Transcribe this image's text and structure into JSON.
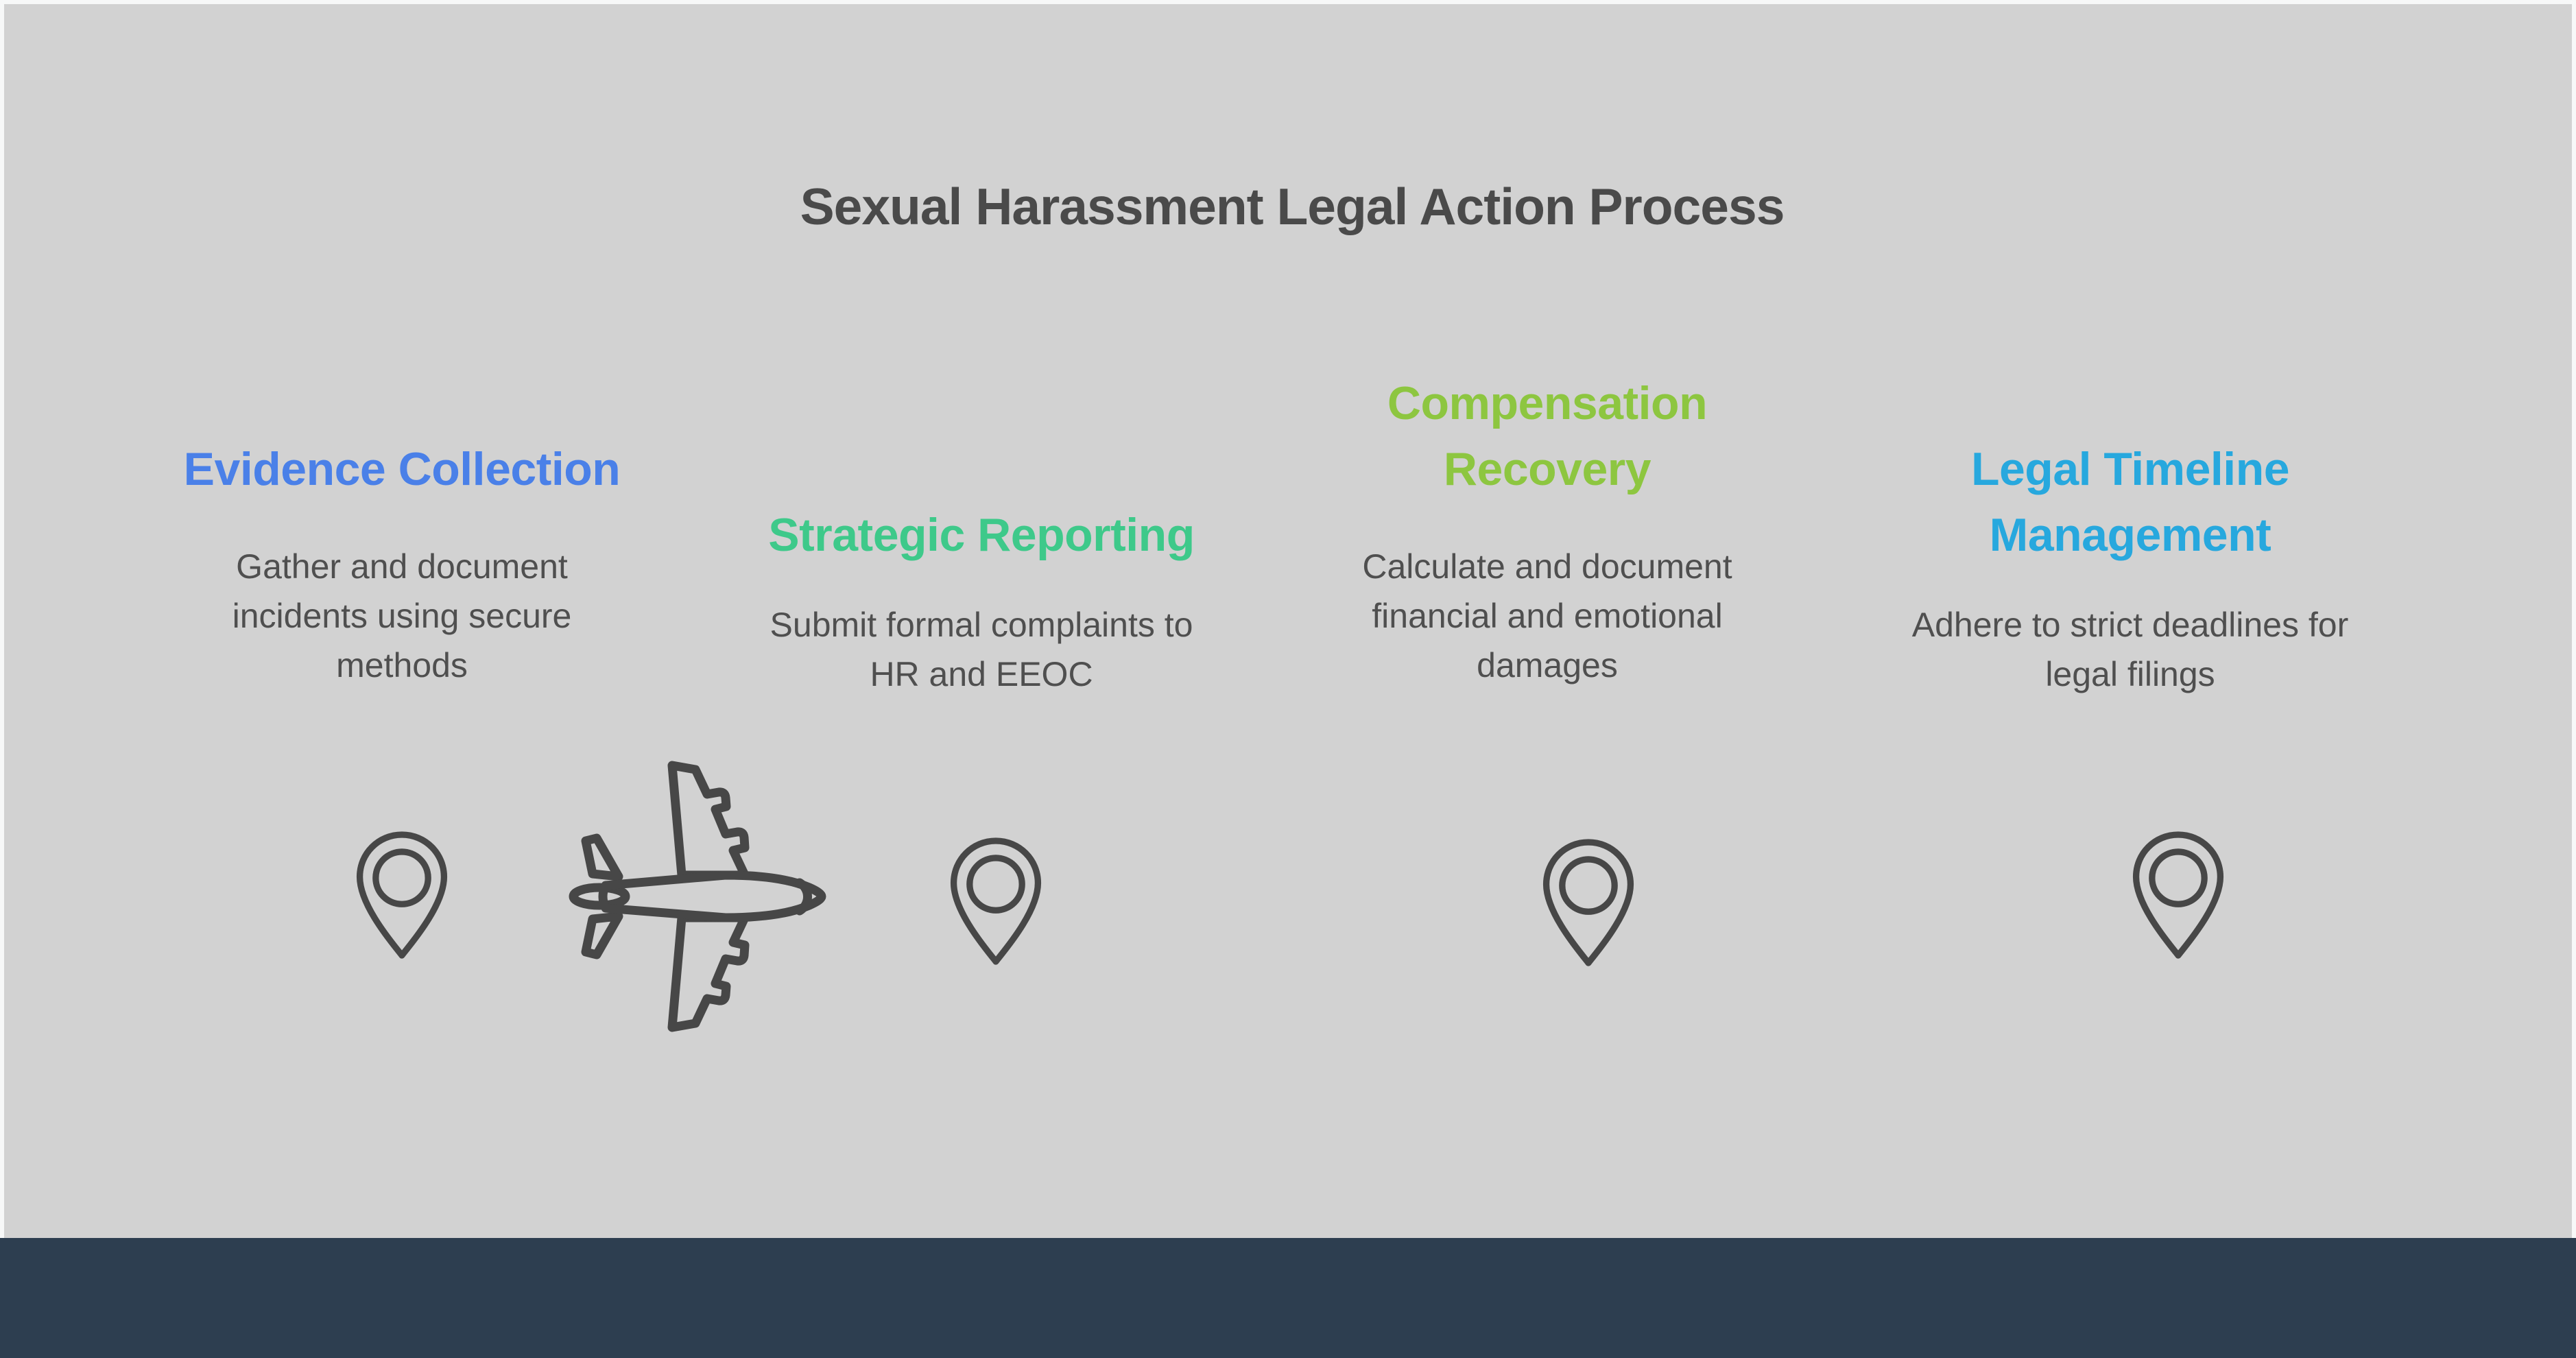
{
  "page": {
    "title": "Sexual Harassment Legal Action Process",
    "title_color": "#4a4a4a",
    "background_color": "#f7f8f8",
    "panel_color": "#d2d2d2",
    "footer_color": "#2d3e50",
    "body_text_color": "#4f4f4f",
    "icon_stroke_color": "#474747"
  },
  "steps": [
    {
      "title": "Evidence Collection",
      "description": "Gather and document incidents using secure methods",
      "color": "#4a80e8",
      "icon": "location-pin"
    },
    {
      "title": "Strategic Reporting",
      "description": "Submit formal complaints to HR and EEOC",
      "color": "#3ec98a",
      "icon": "location-pin"
    },
    {
      "title": "Compensation Recovery",
      "description": "Calculate and document financial and emotional damages",
      "color": "#8dc640",
      "icon": "location-pin"
    },
    {
      "title": "Legal Timeline Management",
      "description": "Adhere to strict deadlines for legal filings",
      "color": "#27a8de",
      "icon": "location-pin"
    }
  ],
  "decorations": {
    "airplane_icon": "airplane",
    "footer_label": ""
  }
}
